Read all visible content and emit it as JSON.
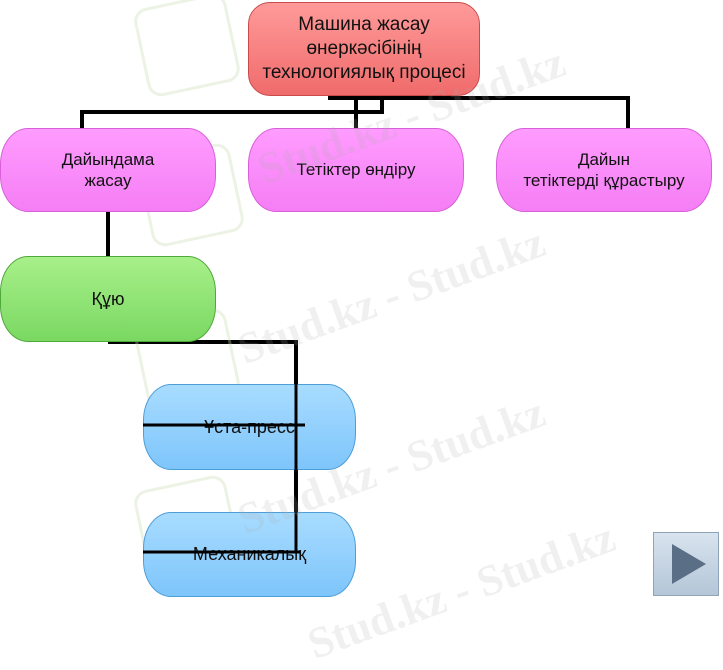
{
  "diagram": {
    "root": "Машина жасау\nөнеркәсібінің\nтехнологиялық процесі",
    "level1": [
      "Дайындама\nжасау",
      "Тетіктер өндіру",
      "Дайын\nтетіктерді құрастыру"
    ],
    "casting": "Құю",
    "forging": "Ұста-пресс",
    "mechanical": "Механикалық"
  },
  "watermark": "Stud.kz - Stud.kz",
  "colors": {
    "root": "#f47a7a",
    "level1": "#f78af7",
    "casting": "#8ee070",
    "sub": "#8ccdfd",
    "connector": "#000000"
  },
  "icons": {
    "next": "play-triangle-icon",
    "watermark": "hummingbird-icon"
  }
}
